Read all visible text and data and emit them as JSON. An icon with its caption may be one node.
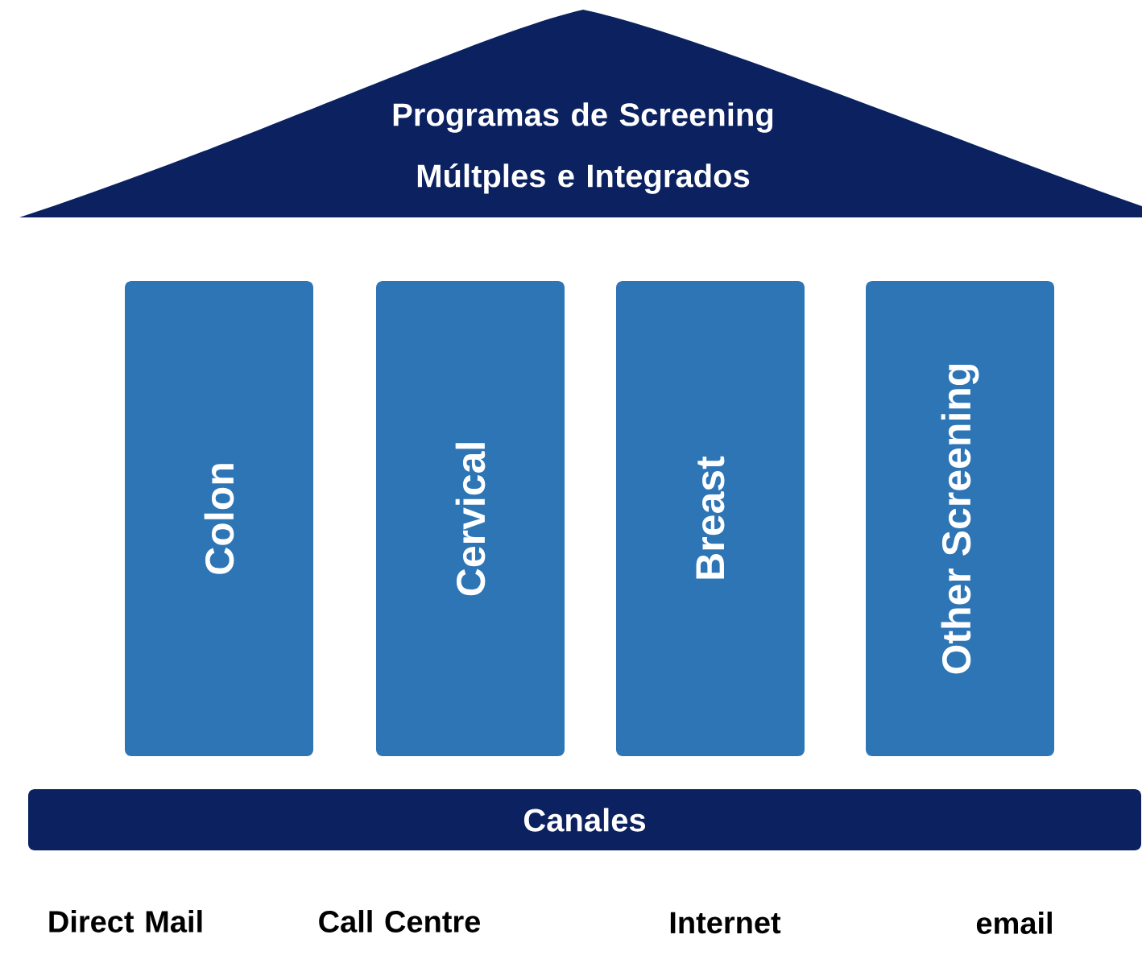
{
  "diagram": {
    "nodes": [
      {
        "text": [
          "Programas de Screening Múltples e Integrados"
        ]
      },
      {
        "text": [
          "Colon"
        ]
      },
      {
        "text": [
          "Cervical"
        ]
      },
      {
        "text": [
          "Breast"
        ]
      },
      {
        "text": [
          "Other Screening"
        ]
      },
      {
        "text": [
          "Canales"
        ]
      }
    ],
    "labels": [
      "Direct Mail",
      "Call Centre",
      "Internet",
      "email"
    ]
  }
}
